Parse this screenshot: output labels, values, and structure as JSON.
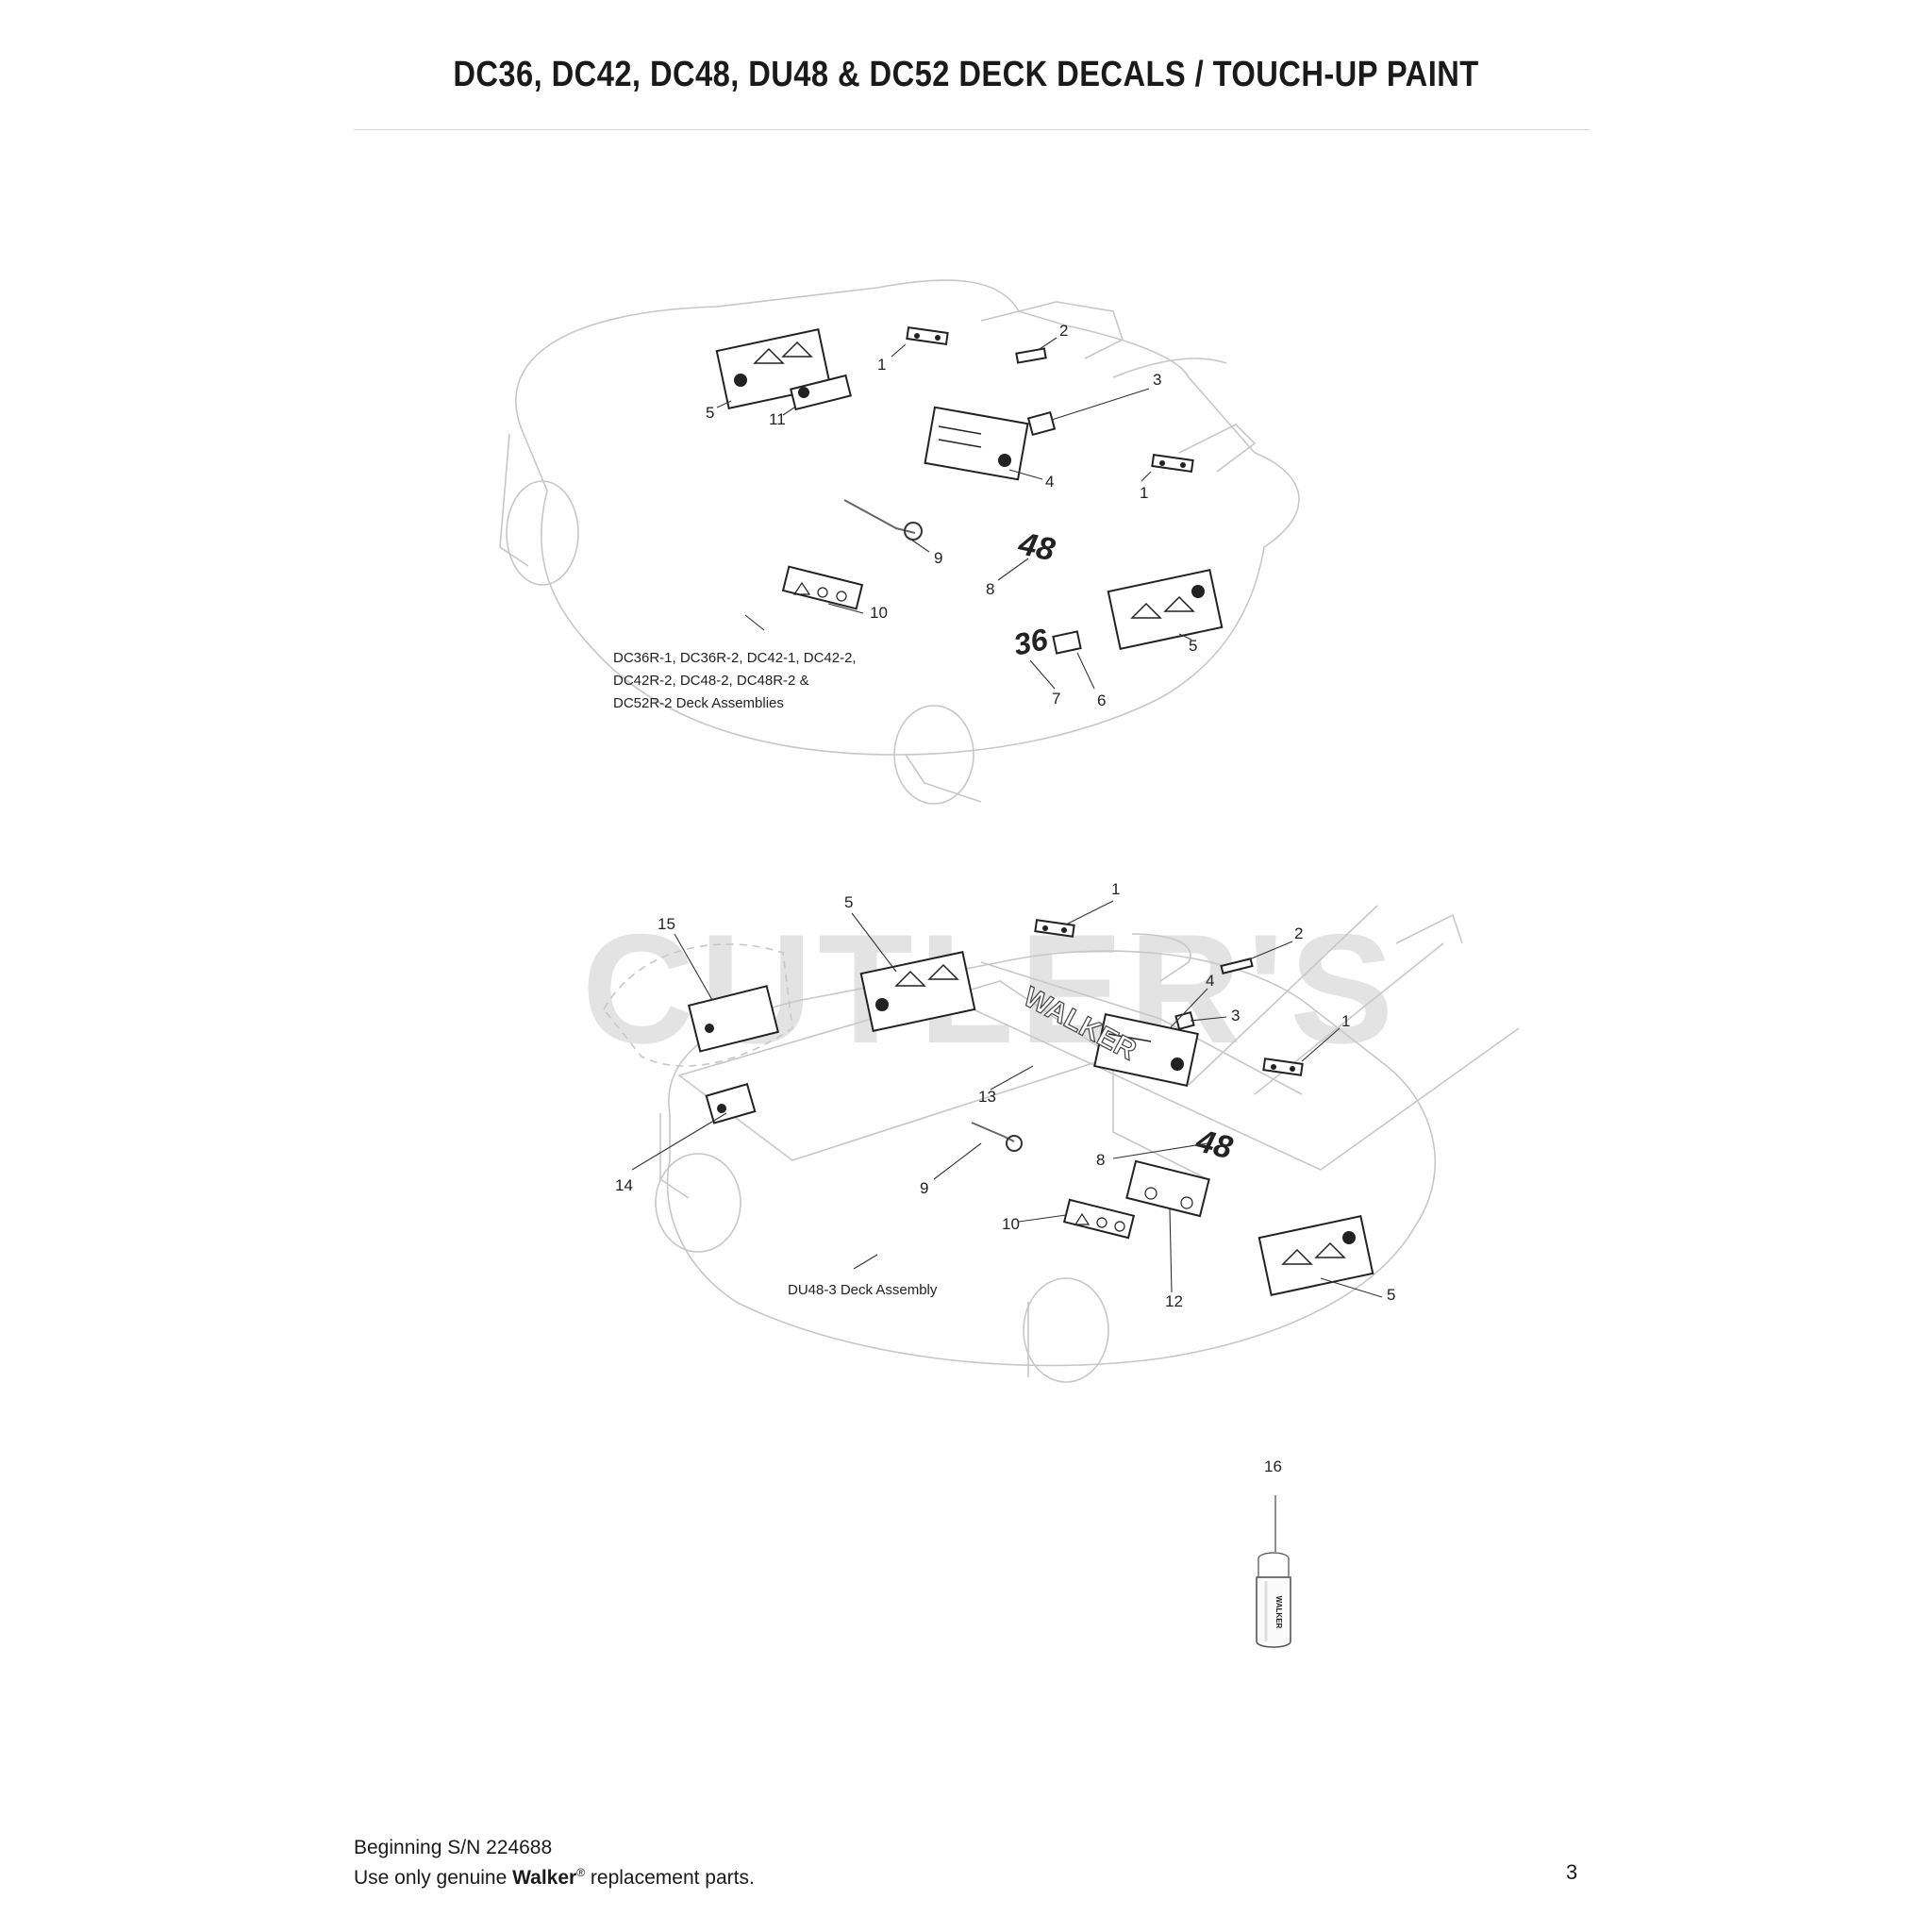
{
  "title": "DC36, DC42, DC48, DU48 & DC52 DECK DECALS / TOUCH-UP PAINT",
  "upper_diagram": {
    "callouts": [
      "1",
      "2",
      "3",
      "4",
      "5",
      "11",
      "1",
      "9",
      "8",
      "10",
      "5",
      "7",
      "6"
    ],
    "deck_numbers": [
      "48",
      "36"
    ],
    "caption_lines": [
      "DC36R-1, DC36R-2, DC42-1, DC42-2,",
      "DC42R-2, DC48-2, DC48R-2 &",
      "DC52R-2 Deck Assemblies"
    ]
  },
  "lower_diagram": {
    "callouts": [
      "15",
      "5",
      "1",
      "2",
      "4",
      "3",
      "1",
      "13",
      "14",
      "9",
      "8",
      "10",
      "12",
      "5"
    ],
    "deck_number": "48",
    "hood_logo": "WALKER",
    "caption": "DU48-3 Deck Assembly"
  },
  "paint_can": {
    "callout": "16",
    "label": "WALKER"
  },
  "watermark": "CUTLER'S",
  "footer": {
    "serial": "Beginning S/N 224688",
    "parts_prefix": "Use only genuine ",
    "brand": "Walker",
    "registered": "®",
    "parts_suffix": " replacement parts."
  },
  "page_number": "3",
  "colors": {
    "line_art": "#c7c7c7",
    "decal_ink": "#222222",
    "watermark": "#e3e3e3",
    "rule": "#d6d6d6"
  }
}
